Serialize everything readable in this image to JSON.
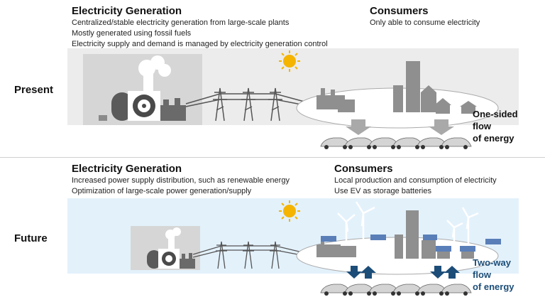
{
  "present": {
    "row_label": "Present",
    "generation": {
      "title": "Electricity Generation",
      "lines": [
        "Centralized/stable electricity generation from large-scale plants",
        "Mostly generated using fossil fuels",
        "Electricity supply and demand is managed by electricity generation control"
      ]
    },
    "consumers": {
      "title": "Consumers",
      "lines": [
        "Only able to consume electricity"
      ]
    },
    "flow_lines": [
      "One-sided",
      "flow",
      "of energy"
    ]
  },
  "future": {
    "row_label": "Future",
    "generation": {
      "title": "Electricity Generation",
      "lines": [
        "Increased power supply distribution, such as renewable energy",
        "Optimization of large-scale power generation/supply"
      ]
    },
    "consumers": {
      "title": "Consumers",
      "lines": [
        "Local production and consumption of electricity",
        "Use EV as storage batteries"
      ]
    },
    "flow_lines": [
      "Two-way",
      "flow",
      "of energy"
    ]
  },
  "colors": {
    "sun": "#f5b400",
    "arrow_present": "#a9a9a9",
    "arrow_future": "#1c4d78",
    "flow_future_text": "#1c4d78",
    "building": "#8f8f8f",
    "band_present": "#ececec",
    "band_future": "#e3f1fb"
  }
}
